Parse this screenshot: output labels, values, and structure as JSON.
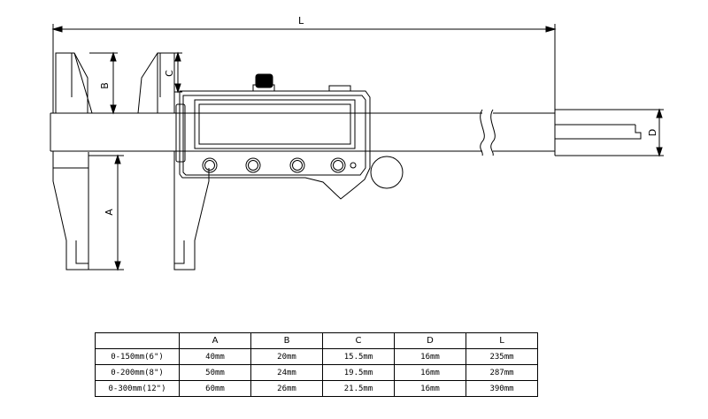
{
  "drawing": {
    "dimension_labels": {
      "L": "L",
      "B": "B",
      "C": "C",
      "A": "A",
      "D": "D"
    }
  },
  "table": {
    "headers": [
      "",
      "A",
      "B",
      "C",
      "D",
      "L"
    ],
    "rows": [
      [
        "0-150mm(6\")",
        "40mm",
        "20mm",
        "15.5mm",
        "16mm",
        "235mm"
      ],
      [
        "0-200mm(8\")",
        "50mm",
        "24mm",
        "19.5mm",
        "16mm",
        "287mm"
      ],
      [
        "0-300mm(12\")",
        "60mm",
        "26mm",
        "21.5mm",
        "16mm",
        "390mm"
      ]
    ]
  }
}
